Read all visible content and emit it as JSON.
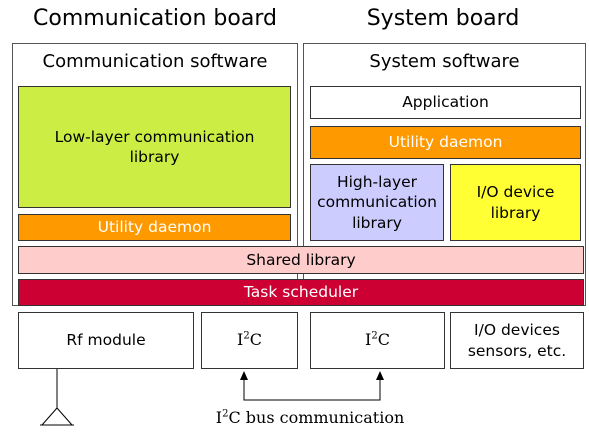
{
  "headers": {
    "communication_board": "Communication board",
    "system_board": "System board"
  },
  "comm_panel": {
    "title": "Communication software",
    "low_layer_line1": "Low-layer communication",
    "low_layer_line2": "library",
    "utility_daemon": "Utility daemon"
  },
  "sys_panel": {
    "title": "System software",
    "application": "Application",
    "utility_daemon": "Utility daemon",
    "high_layer_line1": "High-layer",
    "high_layer_line2": "communication",
    "high_layer_line3": "library",
    "io_device_line1": "I/O device",
    "io_device_line2": "library"
  },
  "shared": {
    "shared_library": "Shared library",
    "task_scheduler": "Task scheduler"
  },
  "hardware": {
    "rf_module": "Rf module",
    "i2c_base": "I",
    "i2c_sup": "2",
    "i2c_tail": "C",
    "io_devices_line1": "I/O devices",
    "io_devices_line2": "sensors, etc."
  },
  "bus": {
    "label_base": "I",
    "label_sup": "2",
    "label_tail": "C bus communication"
  },
  "colors": {
    "low_layer_green": "#ccee44",
    "utility_orange": "#ff9900",
    "high_layer_lavender": "#ccccff",
    "io_yellow": "#ffff33",
    "shared_pink": "#ffcccc",
    "scheduler_crimson": "#cc0033"
  },
  "icons": {
    "antenna": "antenna-icon"
  }
}
